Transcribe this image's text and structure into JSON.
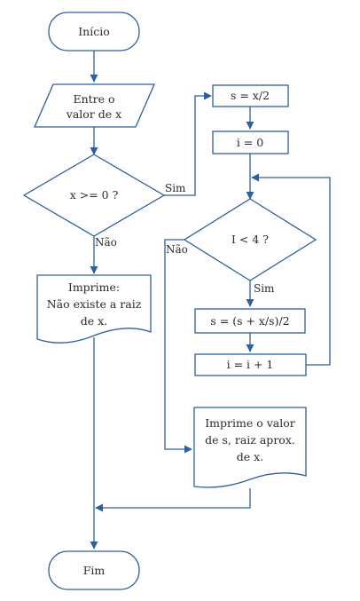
{
  "nodes": {
    "start": "Início",
    "input": [
      "Entre o",
      "valor de x"
    ],
    "decision_x": "x >= 0 ?",
    "print_no_root": [
      "Imprime:",
      "Não existe a raiz",
      "de x."
    ],
    "assign_s": "s = x/2",
    "assign_i": "i = 0",
    "decision_i": "I < 4 ?",
    "update_s": "s = (s + x/s)/2",
    "increment_i": "i = i + 1",
    "print_result": [
      "Imprime o valor",
      "de s, raiz aprox.",
      "de x."
    ],
    "end": "Fim"
  },
  "edge_labels": {
    "x_yes": "Sim",
    "x_no": "Não",
    "i_no": "Não",
    "i_yes": "Sim"
  },
  "colors": {
    "stroke": "#2e5e9e",
    "text": "#2a2a2a",
    "background": "#ffffff"
  }
}
